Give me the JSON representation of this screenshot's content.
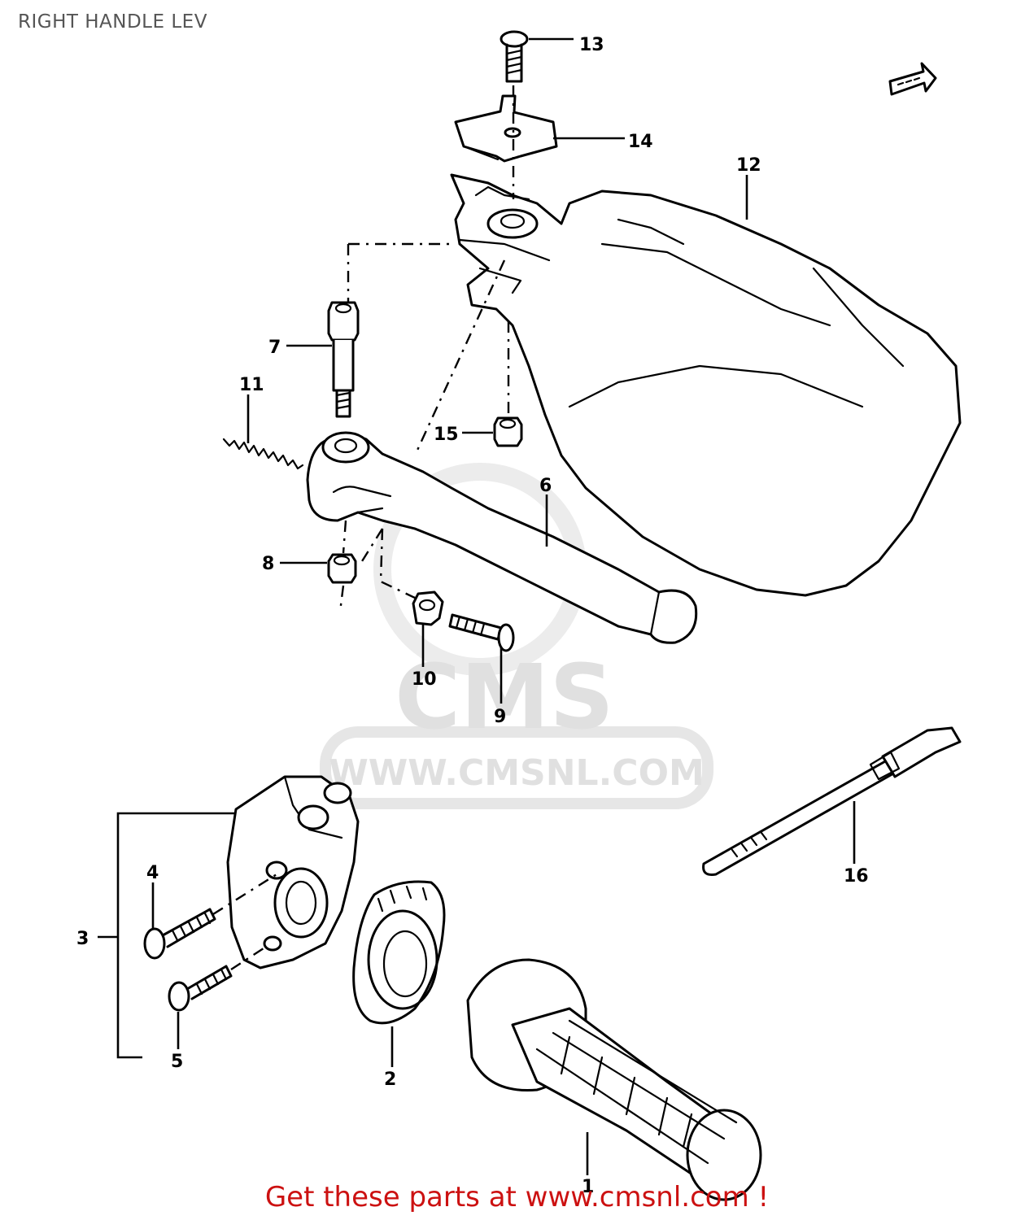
{
  "title": "RIGHT HANDLE LEV",
  "watermark": {
    "brand": "CMS",
    "url": "WWW.CMSNL.COM"
  },
  "footer": "Get these parts at www.cmsnl.com !",
  "callouts": [
    "1",
    "2",
    "3",
    "4",
    "5",
    "6",
    "7",
    "8",
    "9",
    "10",
    "11",
    "12",
    "13",
    "14",
    "15",
    "16"
  ],
  "colors": {
    "footer": "#cc1111",
    "title": "#555555",
    "watermark": "#e0e0e0"
  }
}
